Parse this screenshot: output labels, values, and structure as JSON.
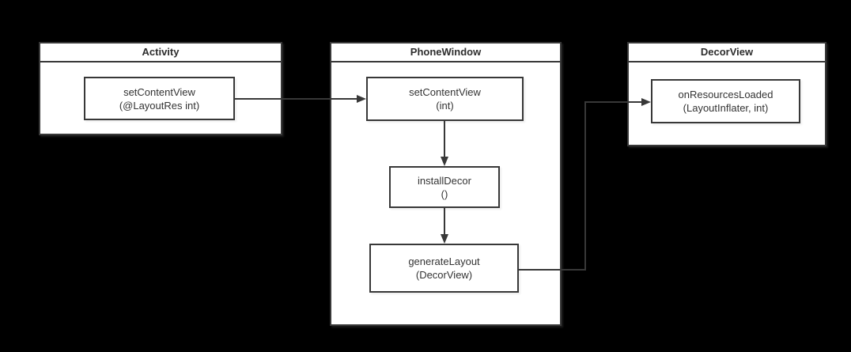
{
  "diagram": {
    "colors": {
      "background": "#000000",
      "shape_fill": "#ffffff",
      "shape_border": "#383838",
      "text": "#333333"
    },
    "containers": [
      {
        "title": "Activity"
      },
      {
        "title": "PhoneWindow"
      },
      {
        "title": "DecorView"
      }
    ],
    "nodes": [
      {
        "name": "setContentView",
        "params": "(@LayoutRes int)"
      },
      {
        "name": "setContentView",
        "params": "(int)"
      },
      {
        "name": "installDecor",
        "params": "()"
      },
      {
        "name": "generateLayout",
        "params": "(DecorView)"
      },
      {
        "name": "onResourcesLoaded",
        "params": "(LayoutInflater, int)"
      }
    ]
  }
}
